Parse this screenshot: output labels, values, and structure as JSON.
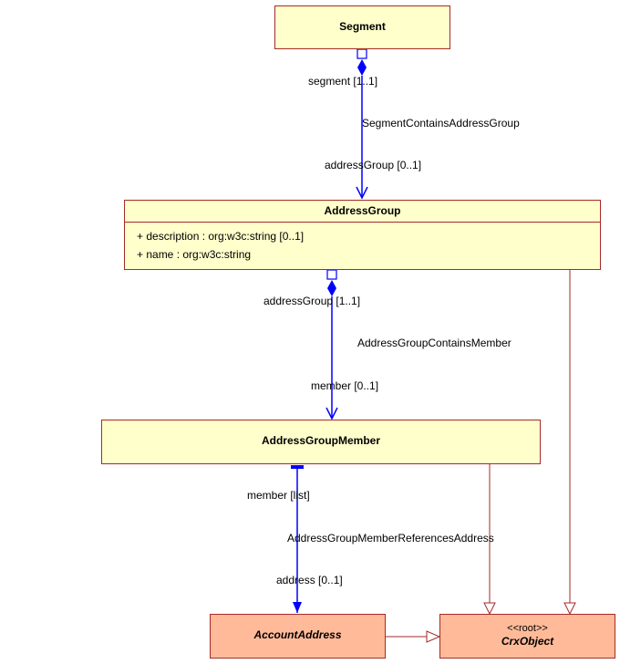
{
  "classes": {
    "segment": {
      "name": "Segment"
    },
    "address_group": {
      "name": "AddressGroup",
      "attributes": [
        "+ description : org:w3c:string [0..1]",
        "+ name : org:w3c:string"
      ]
    },
    "address_group_member": {
      "name": "AddressGroupMember"
    },
    "account_address": {
      "name": "AccountAddress"
    },
    "crx_object": {
      "stereotype": "<<root>>",
      "name": "CrxObject"
    }
  },
  "associations": {
    "segment_contains_address_group": {
      "name": "SegmentContainsAddressGroup",
      "source_role": "segment [1..1]",
      "target_role": "addressGroup [0..1]"
    },
    "address_group_contains_member": {
      "name": "AddressGroupContainsMember",
      "source_role": "addressGroup [1..1]",
      "target_role": "member [0..1]"
    },
    "address_group_member_references_address": {
      "name": "AddressGroupMemberReferencesAddress",
      "source_role": "member [list]",
      "target_role": "address [0..1]"
    }
  },
  "colors": {
    "class_fill": "#ffffcc",
    "root_fill": "#ffbb99",
    "class_border": "#a52a2a",
    "association_line": "#0000ff",
    "generalization_line": "#a52a2a"
  }
}
